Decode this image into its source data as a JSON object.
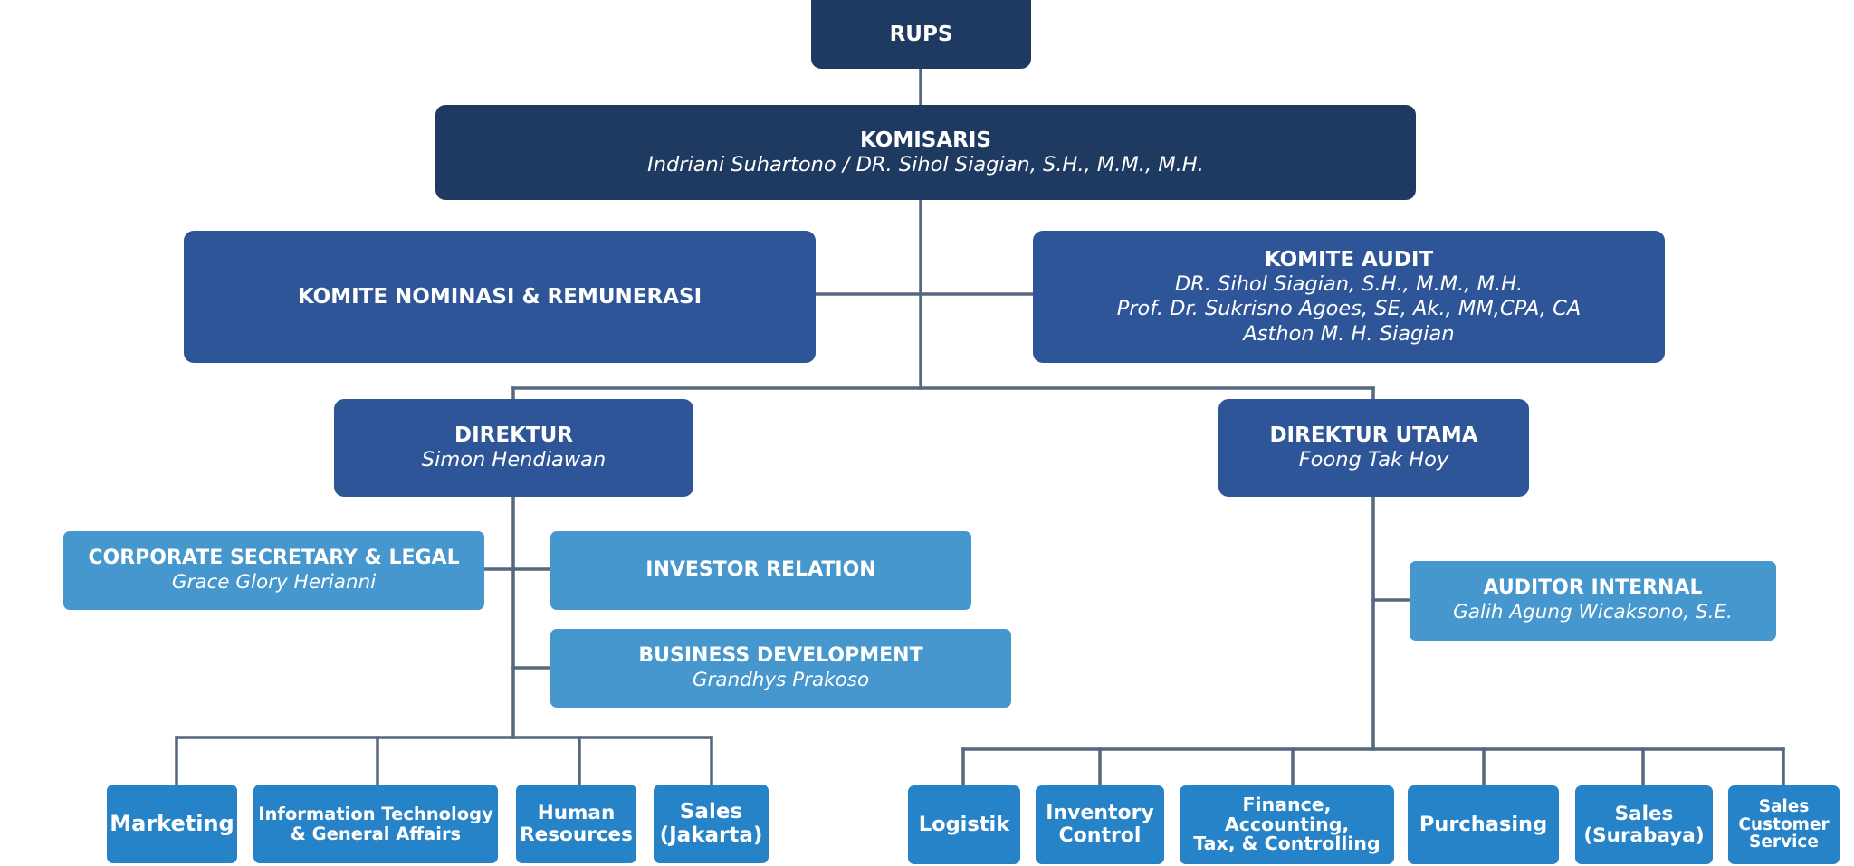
{
  "chart": {
    "rups": {
      "title": "RUPS"
    },
    "komisaris": {
      "title": "KOMISARIS",
      "name": "Indriani Suhartono / DR. Sihol Siagian, S.H., M.M., M.H."
    },
    "komite_nominasi": {
      "title": "KOMITE NOMINASI & REMUNERASI"
    },
    "komite_audit": {
      "title": "KOMITE AUDIT",
      "members": [
        "DR. Sihol Siagian, S.H., M.M., M.H.",
        "Prof. Dr. Sukrisno Agoes, SE, Ak., MM,CPA, CA",
        "Asthon M. H. Siagian"
      ]
    },
    "direktur": {
      "title": "DIREKTUR",
      "name": "Simon Hendiawan"
    },
    "direktur_utama": {
      "title": "DIREKTUR UTAMA",
      "name": "Foong Tak Hoy"
    },
    "corporate_secretary": {
      "title": "CORPORATE SECRETARY & LEGAL",
      "name": "Grace Glory Herianni"
    },
    "investor_relation": {
      "title": "INVESTOR RELATION"
    },
    "business_development": {
      "title": "BUSINESS DEVELOPMENT",
      "name": "Grandhys Prakoso"
    },
    "auditor_internal": {
      "title": "AUDITOR INTERNAL",
      "name": "Galih Agung Wicaksono, S.E."
    },
    "departments_direktur": [
      {
        "label": "Marketing"
      },
      {
        "label": "Information Technology\n& General Affairs"
      },
      {
        "label": "Human\nResources"
      },
      {
        "label": "Sales\n(Jakarta)"
      }
    ],
    "departments_direktur_utama": [
      {
        "label": "Logistik"
      },
      {
        "label": "Inventory\nControl"
      },
      {
        "label": "Finance,\nAccounting,\nTax, & Controlling"
      },
      {
        "label": "Purchasing"
      },
      {
        "label": "Sales\n(Surabaya)"
      },
      {
        "label": "Sales\nCustomer\nService"
      }
    ]
  }
}
